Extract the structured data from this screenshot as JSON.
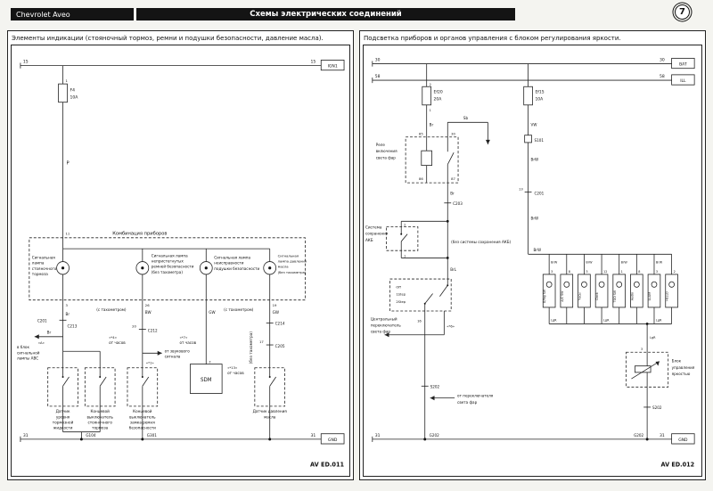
{
  "header": {
    "model": "Chevrolet Aveo",
    "title": "Схемы электрических соединений",
    "page": "7"
  },
  "left": {
    "title": "Элементы индикации (стояночный тормоз, ремни и подушки безопасности, давление масла).",
    "diagram_id": "AV ED.011",
    "rail15_l": "15",
    "rail15_r": "15",
    "ign": "IGN1",
    "fuse_pin_top": "1",
    "fuse_name": "F4",
    "fuse_rating": "10A",
    "wire_p": "P",
    "pin11": "11",
    "cluster_title": "Комбинация приборов",
    "lamp1": [
      "Сигнальная",
      "лампа",
      "стояночного",
      "тормоза"
    ],
    "lamp2": [
      "Сигнальная лампа",
      "непристегнутых",
      "ремней безопасности",
      "(без тахометра)"
    ],
    "lamp3": [
      "Сигнальная лампа",
      "неисправности",
      "подушки безопасности"
    ],
    "lamp4": [
      "Сигнальная",
      "лампа давления",
      "масла",
      "(без тахометра)"
    ],
    "pin3": "3",
    "w_br": "Br",
    "c201": "C201",
    "c213": "C213",
    "abs_branch": [
      "в блок",
      "сигнальной",
      "лампы ABC"
    ],
    "abs_wire": "Br",
    "mark_a": "«A»",
    "pin26": "26",
    "w_bw": "BW",
    "tach_note1": "(с тахометром)",
    "pin20": "20",
    "c212": "C212",
    "clock4_mark": "«*4»",
    "clock4": "от часов",
    "horn": [
      "от звукового",
      "сигнала"
    ],
    "mark1": "«*1»",
    "w_gw1": "GW",
    "pin7": "7",
    "sdm": "SDM",
    "clock7_mark": "«*7»",
    "clock7": "от часов",
    "clock13_mark": "«*13»",
    "clock13": "от часов",
    "pin19": "19",
    "w_gw2": "GW",
    "tach_note2": "(с тахометром)",
    "c214": "C214",
    "no_tach": "(без тахометра)",
    "pin17": "17",
    "c205": "C205",
    "box1": [
      "Датчик",
      "уровня",
      "тормозной",
      "жидкости"
    ],
    "box2": [
      "Концевой",
      "выключатель",
      "стояночного",
      "тормоза"
    ],
    "box3": [
      "Концевой",
      "выключатель",
      "замка ремня",
      "безопасности"
    ],
    "box4": [
      "Датчик давления",
      "масла"
    ],
    "g104": "G104",
    "g301": "G301",
    "rail31_l": "31",
    "rail31_r": "31",
    "gnd": "GND"
  },
  "right": {
    "title": "Подсветка приборов и органов управления с блоком регулирования яркости.",
    "diagram_id": "AV ED.012",
    "rail30_l": "30",
    "rail30_r": "30",
    "bat": "BAT",
    "rail58_l": "58",
    "rail58_r": "58",
    "ill": "ILL",
    "fuse1_name": "Ef20",
    "fuse1_rating": "20A",
    "fuse1_pin_top": "2",
    "fuse1_pin_bot": "1",
    "fuse2_name": "Ef15",
    "fuse2_rating": "10A",
    "w_br": "Br",
    "w_sb": "Sb",
    "w_vw": "VW",
    "w_brw": "BrW",
    "w_brl": "BrL",
    "w_lgr": "LgR",
    "relay": [
      "Реле",
      "включения",
      "света фар"
    ],
    "p85": "85",
    "p30": "30",
    "p86": "86",
    "p87": "87",
    "c203": "C203",
    "saver": [
      "Система",
      "сохранения",
      "АКБ"
    ],
    "saver_note": "(без системы сохранения АКБ)",
    "sp2": "2",
    "sp1": "1",
    "s101": "S101",
    "pin13": "13",
    "c201": "C201",
    "switch_label": [
      "Центральный",
      "переключатель",
      "света фар"
    ],
    "sw_positions": [
      "Off",
      "1Step",
      "2Step"
    ],
    "pin16": "16",
    "mark6": "«*6»",
    "components": [
      {
        "name": "O/fog SW",
        "pin": "3"
      },
      {
        "name": "A/C SW",
        "pin": "8"
      },
      {
        "name": "Часы",
        "pin": "3"
      },
      {
        "name": "Clock",
        "pin": "12"
      },
      {
        "name": "TOD SW",
        "pin": "1"
      },
      {
        "name": "Audio",
        "pin": "8"
      },
      {
        "name": "ILLUM",
        "pin": "3"
      },
      {
        "name": "HELLO",
        "pin": "2"
      }
    ],
    "bright": [
      "Блок",
      "управления",
      "яркостью"
    ],
    "bright_pin": "3",
    "s202_left": "S202",
    "g202_left": "G202",
    "s202_right": "S202",
    "g202_right": "G202",
    "from_switch": [
      "от переключателя",
      "света фар"
    ],
    "rail31_l": "31",
    "rail31_r": "31",
    "gnd": "GND"
  }
}
